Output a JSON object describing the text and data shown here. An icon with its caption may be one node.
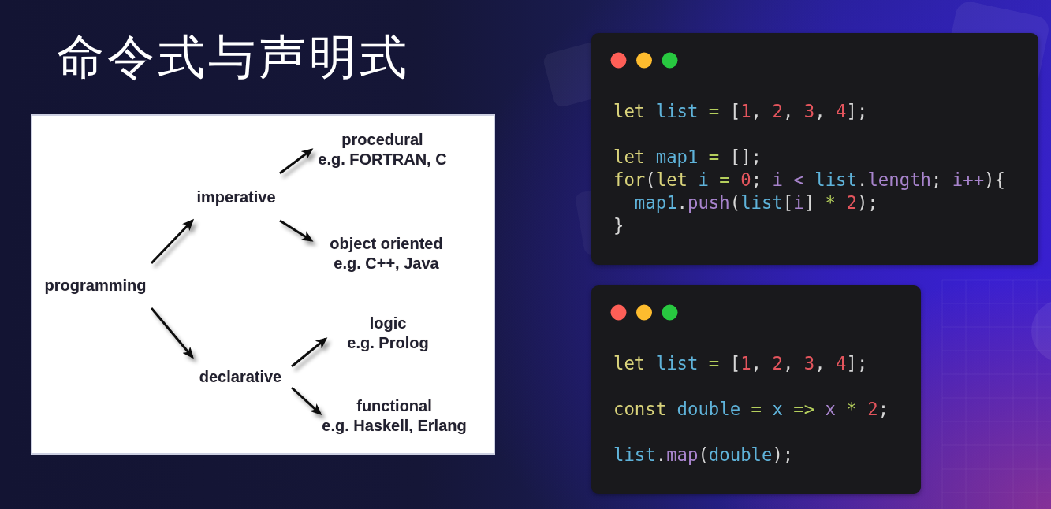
{
  "diagram": {
    "title": "命令式与声明式",
    "nodes": [
      {
        "text": [],
        "shape": "box"
      },
      {
        "text": [
          "programming"
        ],
        "in": 0
      },
      {
        "text": [
          "imperative"
        ],
        "in": 0
      },
      {
        "text": [
          "procedural",
          "e.g. FORTRAN, C"
        ],
        "in": 0
      },
      {
        "text": [
          "object oriented",
          "e.g. C++, Java"
        ],
        "in": 0
      },
      {
        "text": [
          "declarative"
        ],
        "in": 0
      },
      {
        "text": [
          "logic",
          "e.g. Prolog"
        ],
        "in": 0
      },
      {
        "text": [
          "functional",
          "e.g. Haskell, Erlang"
        ],
        "in": 0
      },
      {
        "text": [
          "let list = [1, 2, 3, 4];",
          "let map1 = [];",
          "for(let i = 0; i < list.length; i++){",
          "  map1.push(list[i] * 2);",
          "}"
        ]
      },
      {
        "text": [
          "let list = [1, 2, 3, 4];",
          "const double = x => x * 2;",
          "list.map(double);"
        ]
      }
    ],
    "edges": [
      {
        "from": 1,
        "to": 2,
        "arrow": "to"
      },
      {
        "from": 1,
        "to": 5,
        "arrow": "to"
      },
      {
        "from": 2,
        "to": 3,
        "arrow": "to"
      },
      {
        "from": 2,
        "to": 4,
        "arrow": "to"
      },
      {
        "from": 5,
        "to": 6,
        "arrow": "to"
      },
      {
        "from": 5,
        "to": 7,
        "arrow": "to"
      }
    ]
  }
}
